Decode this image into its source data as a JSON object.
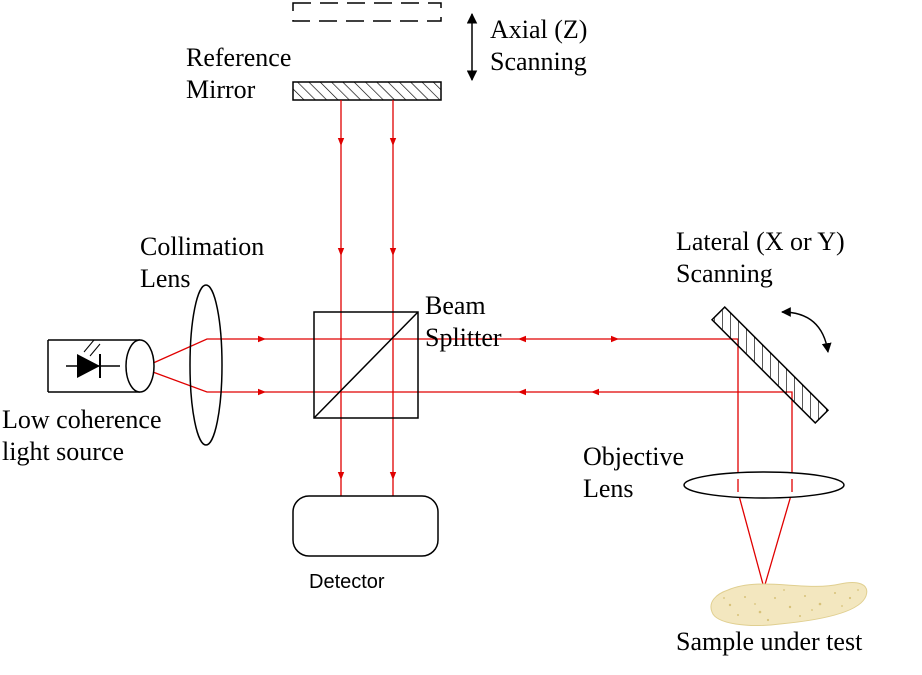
{
  "labels": {
    "axial_line1": "Axial (Z)",
    "axial_line2": "Scanning",
    "reference_line1": "Reference",
    "reference_line2": "Mirror",
    "collimation_line1": "Collimation",
    "collimation_line2": "Lens",
    "beam_line1": "Beam",
    "beam_line2": "Splitter",
    "lateral_line1": "Lateral (X or Y)",
    "lateral_line2": "Scanning",
    "source_line1": "Low coherence",
    "source_line2": "light source",
    "objective_line1": "Objective",
    "objective_line2": "Lens",
    "detector": "Detector",
    "sample": "Sample under test"
  },
  "colors": {
    "beam": "#e00000",
    "outline": "#000000",
    "sample_fill": "#f3e7bf",
    "sample_speckle": "#d7c27a",
    "background": "#ffffff"
  },
  "icons": {
    "source": "led-diode-icon",
    "axial_arrow": "double-arrow-icon",
    "lateral_arrow": "curved-arrow-icon"
  }
}
